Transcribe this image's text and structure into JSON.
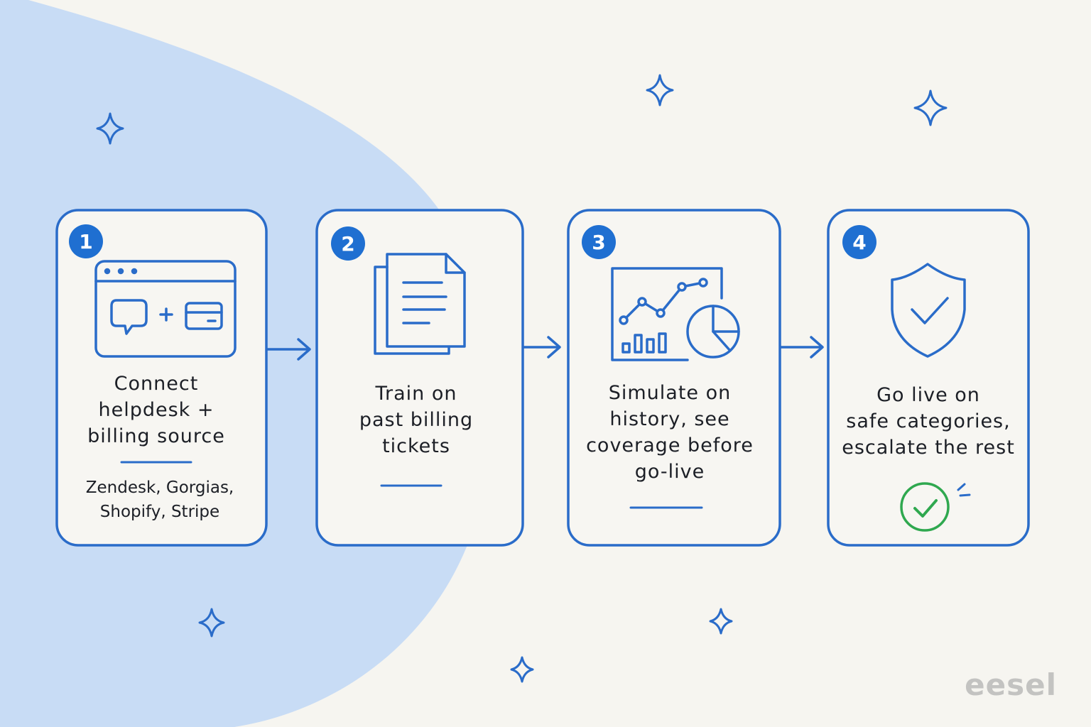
{
  "steps": [
    {
      "number": "1",
      "icon": "browser-window-chat-card-icon",
      "lines": [
        "Connect",
        "helpdesk +",
        "billing source"
      ],
      "sub_lines": [
        "Zendesk, Gorgias,",
        "Shopify, Stripe"
      ]
    },
    {
      "number": "2",
      "icon": "documents-icon",
      "lines": [
        "Train on",
        "past billing",
        "tickets"
      ]
    },
    {
      "number": "3",
      "icon": "analytics-dashboard-icon",
      "lines": [
        "Simulate on",
        "history, see",
        "coverage before",
        "go-live"
      ]
    },
    {
      "number": "4",
      "icon": "shield-check-icon",
      "lines": [
        "Go live on",
        "safe categories,",
        "escalate the rest"
      ],
      "badge_icon": "check-circle-icon"
    }
  ],
  "brand": "eesel",
  "colors": {
    "accent": "#2a6cc9",
    "blob": "#c8dcf5",
    "background": "#f6f5f0",
    "success": "#2fa84f",
    "brand_text": "#c3c3c1"
  }
}
